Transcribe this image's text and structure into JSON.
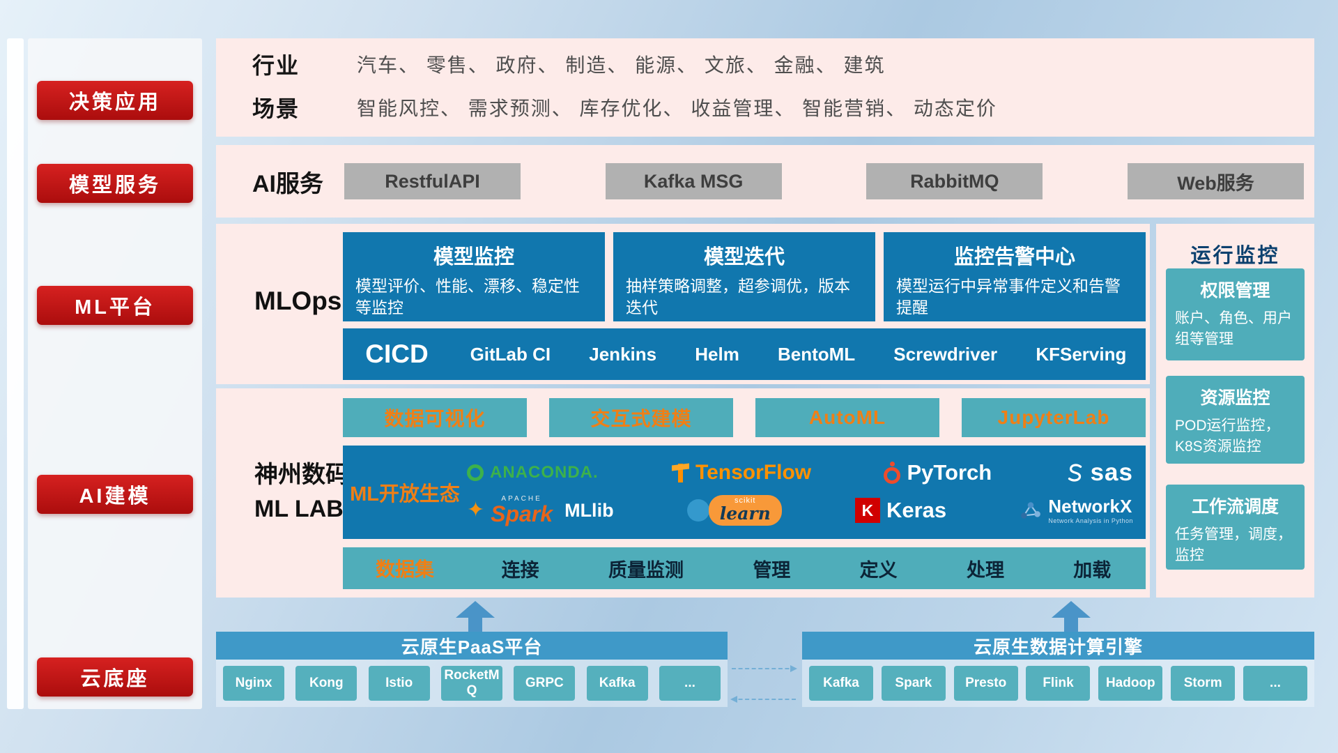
{
  "palette": {
    "red_button": "#c01515",
    "panel_pink": "#fdebe9",
    "deep_blue": "#1177ae",
    "teal": "#4fadba",
    "accent_orange": "#ef7f16",
    "bar_blue": "#3f99c8",
    "gray_button": "#b1b1b1"
  },
  "left_rail": {
    "buttons": [
      {
        "label": "决策应用"
      },
      {
        "label": "模型服务"
      },
      {
        "label": "ML平台"
      },
      {
        "label": "AI建模"
      },
      {
        "label": "云底座"
      }
    ]
  },
  "industry_panel": {
    "rows": [
      {
        "label": "行业",
        "text": "汽车、 零售、 政府、 制造、 能源、 文旅、 金融、 建筑"
      },
      {
        "label": "场景",
        "text": "智能风控、 需求预测、 库存优化、 收益管理、 智能营销、 动态定价"
      }
    ]
  },
  "ai_service_panel": {
    "label": "AI服务",
    "buttons": [
      {
        "label": "RestfulAPI"
      },
      {
        "label": "Kafka MSG"
      },
      {
        "label": "RabbitMQ"
      },
      {
        "label": "Web服务"
      }
    ]
  },
  "mlops_panel": {
    "label": "MLOps",
    "cards": [
      {
        "title": "模型监控",
        "desc": "模型评价、性能、漂移、稳定性等监控"
      },
      {
        "title": "模型迭代",
        "desc": "抽样策略调整，超参调优，版本迭代"
      },
      {
        "title": "监控告警中心",
        "desc": "模型运行中异常事件定义和告警提醒"
      }
    ],
    "cicd": {
      "label": "CICD",
      "items": [
        {
          "label": "GitLab CI"
        },
        {
          "label": "Jenkins"
        },
        {
          "label": "Helm"
        },
        {
          "label": "BentoML"
        },
        {
          "label": "Screwdriver"
        },
        {
          "label": "KFServing"
        }
      ]
    }
  },
  "mllab_panel": {
    "label_line1": "神州数码",
    "label_line2": "ML LAB",
    "features": [
      {
        "label": "数据可视化"
      },
      {
        "label": "交互式建模"
      },
      {
        "label": "AutoML"
      },
      {
        "label": "JupyterLab"
      }
    ],
    "ecosystem": {
      "label": "ML开放生态",
      "anaconda": "ANACONDA.",
      "tensorflow": "TensorFlow",
      "pytorch": "PyTorch",
      "sas": "sas",
      "apache": "APACHE",
      "spark": "Spark",
      "mllib": "MLlib",
      "scikit": "scikit",
      "learn": "learn",
      "keras_initial": "K",
      "keras": "Keras",
      "networkx": "NetworkX",
      "networkx_sub": "Network Analysis in Python"
    },
    "dataset": {
      "label": "数据集",
      "items": [
        {
          "label": "连接"
        },
        {
          "label": "质量监测"
        },
        {
          "label": "管理"
        },
        {
          "label": "定义"
        },
        {
          "label": "处理"
        },
        {
          "label": "加载"
        }
      ]
    }
  },
  "monitor_panel": {
    "title": "运行监控",
    "cards": [
      {
        "title": "权限管理",
        "desc": "账户、角色、用户组等管理"
      },
      {
        "title": "资源监控",
        "desc": "POD运行监控，K8S资源监控"
      },
      {
        "title": "工作流调度",
        "desc": "任务管理，调度，监控"
      }
    ]
  },
  "cloud_base": {
    "paas": {
      "title": "云原生PaaS平台",
      "items": [
        {
          "label": "Nginx"
        },
        {
          "label": "Kong"
        },
        {
          "label": "Istio"
        },
        {
          "label": "RocketMQ"
        },
        {
          "label": "GRPC"
        },
        {
          "label": "Kafka"
        },
        {
          "label": "..."
        }
      ]
    },
    "engine": {
      "title": "云原生数据计算引擎",
      "items": [
        {
          "label": "Kafka"
        },
        {
          "label": "Spark"
        },
        {
          "label": "Presto"
        },
        {
          "label": "Flink"
        },
        {
          "label": "Hadoop"
        },
        {
          "label": "Storm"
        },
        {
          "label": "..."
        }
      ]
    }
  }
}
